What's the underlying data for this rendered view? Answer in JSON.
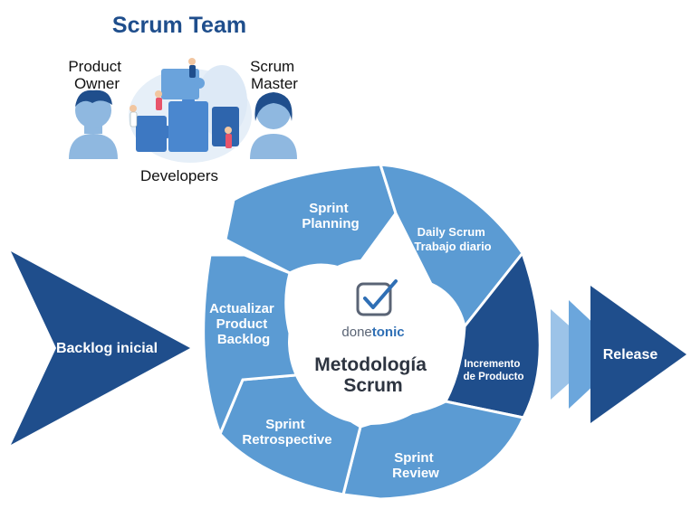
{
  "team": {
    "title": "Scrum Team",
    "product_owner": [
      "Product",
      "Owner"
    ],
    "scrum_master": [
      "Scrum",
      "Master"
    ],
    "developers": "Developers"
  },
  "cycle": {
    "sprint_planning": [
      "Sprint",
      "Planning"
    ],
    "daily_scrum": [
      "Daily Scrum",
      "Trabajo diario"
    ],
    "incremento": [
      "Incremento",
      "de Producto"
    ],
    "sprint_review": [
      "Sprint",
      "Review"
    ],
    "sprint_retrospective": [
      "Sprint",
      "Retrospective"
    ],
    "actualizar": [
      "Actualizar",
      "Product",
      "Backlog"
    ]
  },
  "center": {
    "brand_prefix": "done",
    "brand_suffix": "tonic",
    "title": [
      "Metodología",
      "Scrum"
    ]
  },
  "arrows": {
    "backlog": "Backlog inicial",
    "release": "Release"
  },
  "colors": {
    "light_blue": "#5b9bd3",
    "dark_blue": "#1f4e8c",
    "people_blue": "#8fb8e0"
  },
  "icons": {
    "logo": "check-square-icon"
  }
}
